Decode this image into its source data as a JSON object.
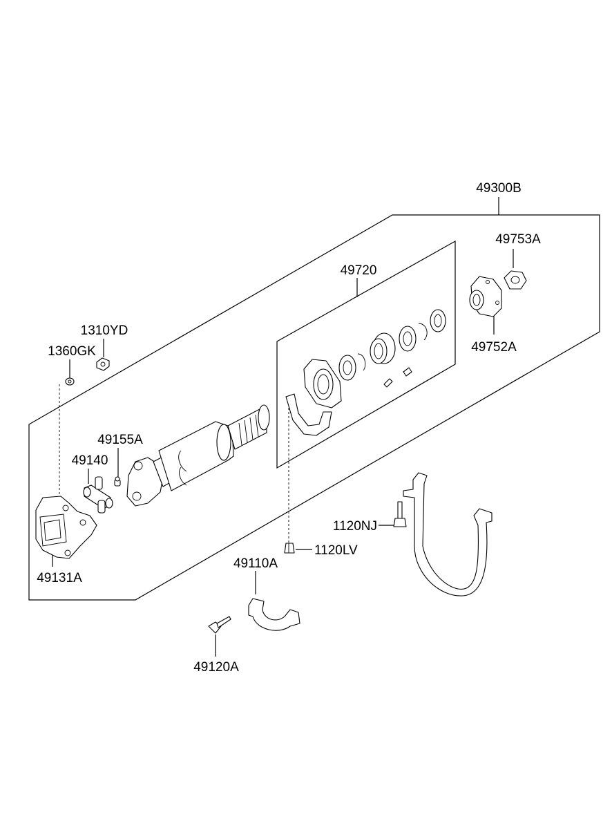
{
  "labels": {
    "l_49300B": "49300B",
    "l_49753A": "49753A",
    "l_49720": "49720",
    "l_49752A": "49752A",
    "l_1310YD": "1310YD",
    "l_1360GK": "1360GK",
    "l_49155A": "49155A",
    "l_49140": "49140",
    "l_49131A": "49131A",
    "l_1120NJ": "1120NJ",
    "l_1120LV": "1120LV",
    "l_49110A": "49110A",
    "l_49120A": "49120A"
  }
}
